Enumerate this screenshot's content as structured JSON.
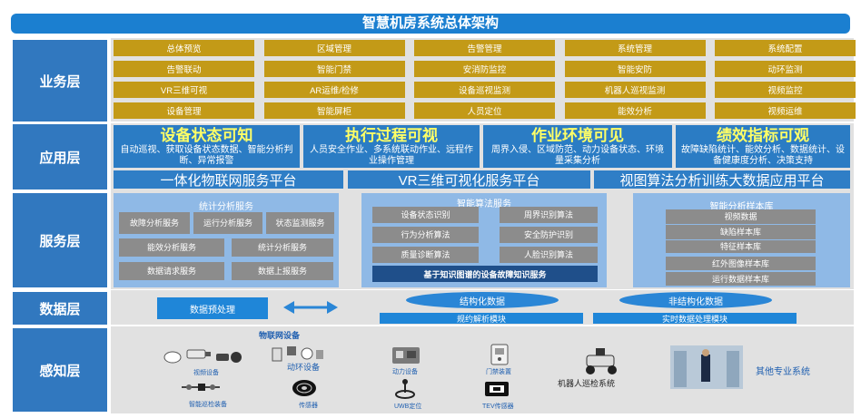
{
  "title": "智慧机房系统总体架构",
  "layers": {
    "business": "业务层",
    "application": "应用层",
    "service": "服务层",
    "data": "数据层",
    "perception": "感知层"
  },
  "business_items": [
    [
      "总体预览",
      "区域管理",
      "告警管理",
      "系统管理",
      "系统配置"
    ],
    [
      "告警联动",
      "智能门禁",
      "安消防监控",
      "智能安防",
      "动环监测"
    ],
    [
      "VR三维可视",
      "AR运维/检修",
      "设备巡视监测",
      "机器人巡视监测",
      "视频监控"
    ],
    [
      "设备管理",
      "智能屏柜",
      "人员定位",
      "能效分析",
      "视频运维"
    ]
  ],
  "applications": [
    {
      "heading": "设备状态可知",
      "desc": "自动巡视、获取设备状态数据、智能分析判断、异常报警"
    },
    {
      "heading": "执行过程可视",
      "desc": "人员安全作业、多系统联动作业、远程作业操作管理"
    },
    {
      "heading": "作业环境可见",
      "desc": "周界入侵、区域防范、动力设备状态、环境量采集分析"
    },
    {
      "heading": "绩效指标可观",
      "desc": "故障缺陷统计、能效分析、数据统计、设备健康度分析、决策支持"
    }
  ],
  "platforms": [
    "一体化物联网服务平台",
    "VR三维可视化服务平台",
    "视图算法分析训练大数据应用平台"
  ],
  "service": {
    "stats": {
      "title": "统计分析服务",
      "items": [
        "故障分析服务",
        "运行分析服务",
        "状态监测服务",
        "能效分析服务",
        "统计分析服务",
        "数据请求服务",
        "数据上报服务"
      ]
    },
    "algo": {
      "title": "智能算法服务",
      "items": [
        "设备状态识别",
        "周界识别算法",
        "行为分析算法",
        "安全防护识别",
        "质量诊断算法",
        "人脸识别算法"
      ],
      "knowledge": "基于知识图谱的设备故障知识服务"
    },
    "samples": {
      "title": "智能分析样本库",
      "items": [
        "视频数据",
        "缺陷样本库",
        "特征样本库",
        "红外图像样本库",
        "运行数据样本库"
      ]
    }
  },
  "data_layer": {
    "preprocess": "数据预处理",
    "structured": "结构化数据",
    "unstructured": "非结构化数据",
    "protocol": "规约解析模块",
    "realtime": "实时数据处理模块"
  },
  "perception": {
    "iot_title": "物联网设备",
    "video": "视频设备",
    "env": "动环设备",
    "power": "动力设备",
    "door": "门禁装置",
    "robot": "机器人巡检系统",
    "other": "其他专业系统",
    "inspection": "智能巡检装备",
    "sensor": "传感器",
    "uwb": "UWB定位",
    "tev": "TEV传感器"
  },
  "colors": {
    "accent": "#1b7fd0",
    "gold": "#c39a17",
    "layer": "#3178bf",
    "highlight": "#ffff66"
  }
}
